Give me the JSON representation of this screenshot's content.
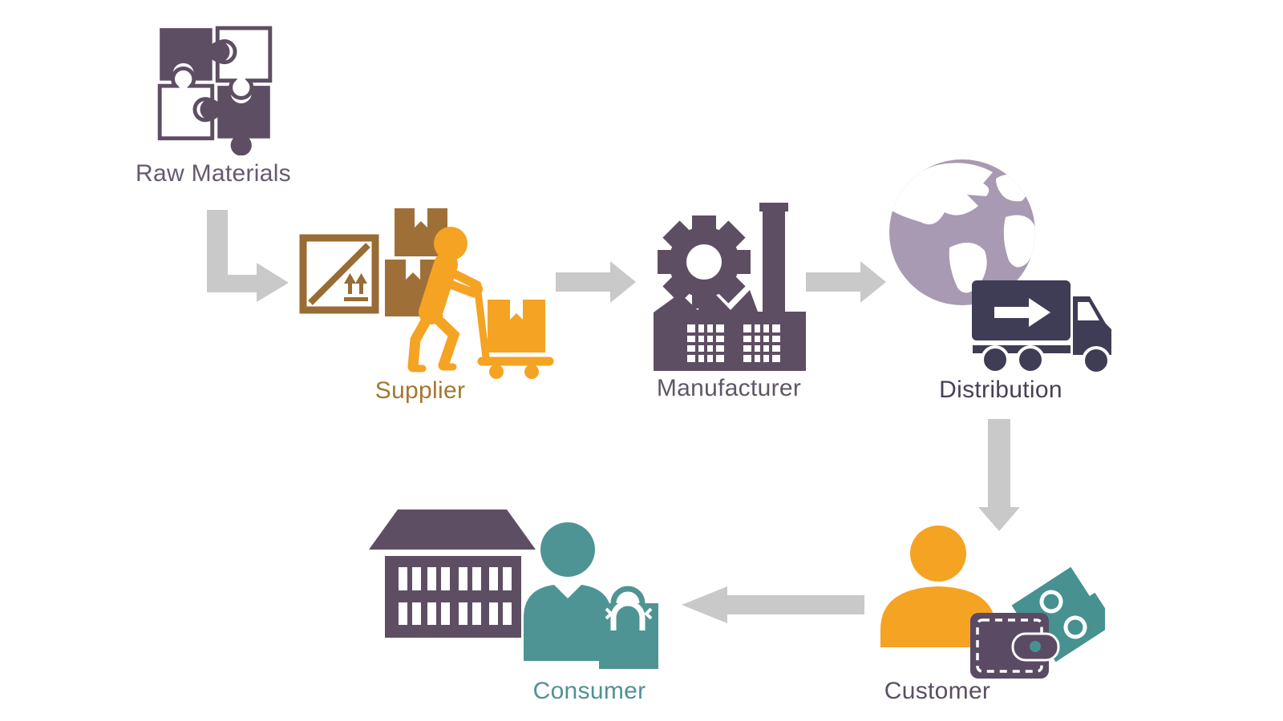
{
  "diagram": {
    "background_color": "#ffffff",
    "arrow_color": "#c9c9c9",
    "nodes": [
      {
        "id": "raw-materials",
        "label": "Raw Materials",
        "icon": "puzzle-pieces-icon",
        "label_color": "#655a70",
        "icon_colors": {
          "puzzle": "#5e4e63",
          "outline_fill": "#ffffff"
        }
      },
      {
        "id": "supplier",
        "label": "Supplier",
        "icon": "worker-hand-truck-icon",
        "label_color": "#a5772f",
        "icon_colors": {
          "worker": "#f5a323",
          "boxes": "#9e7038",
          "crate": "#996c35"
        }
      },
      {
        "id": "manufacturer",
        "label": "Manufacturer",
        "icon": "factory-gear-icon",
        "label_color": "#5f5668",
        "icon_colors": {
          "factory": "#5e4e63"
        }
      },
      {
        "id": "distribution",
        "label": "Distribution",
        "icon": "globe-truck-icon",
        "label_color": "#473f56",
        "icon_colors": {
          "globe": "#a79ab2",
          "truck": "#3f3c55"
        }
      },
      {
        "id": "customer",
        "label": "Customer",
        "icon": "person-wallet-money-icon",
        "label_color": "#5b4f63",
        "icon_colors": {
          "person": "#f5a323",
          "wallet": "#5b4a64",
          "money": "#479190"
        }
      },
      {
        "id": "consumer",
        "label": "Consumer",
        "icon": "store-shopper-bag-icon",
        "label_color": "#4f9294",
        "icon_colors": {
          "building": "#5e4e63",
          "shopper": "#4f9494"
        }
      }
    ],
    "arrows": [
      {
        "id": "raw-materials-to-supplier",
        "from": "raw-materials",
        "to": "supplier",
        "shape": "elbow-down-right"
      },
      {
        "id": "supplier-to-manufacturer",
        "from": "supplier",
        "to": "manufacturer",
        "shape": "right"
      },
      {
        "id": "manufacturer-to-distribution",
        "from": "manufacturer",
        "to": "distribution",
        "shape": "right"
      },
      {
        "id": "distribution-to-customer",
        "from": "distribution",
        "to": "customer",
        "shape": "down"
      },
      {
        "id": "customer-to-consumer",
        "from": "customer",
        "to": "consumer",
        "shape": "left"
      }
    ]
  }
}
